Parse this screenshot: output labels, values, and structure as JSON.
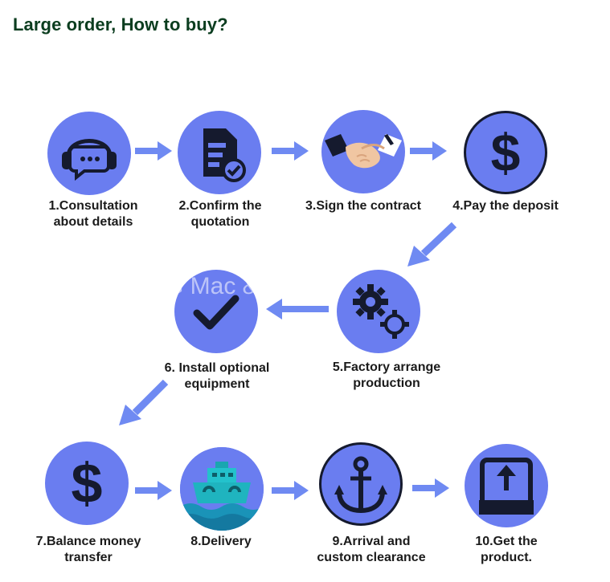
{
  "page": {
    "heading": "Large order, How to buy?"
  },
  "watermark": "G Mac    & Equip",
  "colors": {
    "circle": "#6a7df0",
    "arrow": "#6f8af2",
    "heading": "#0b3d1f",
    "dark": "#151a2e"
  },
  "steps": [
    {
      "label_line1": "1.Consultation",
      "label_line2": "about details",
      "icon": "chat-headset-icon"
    },
    {
      "label_line1": "2.Confirm the",
      "label_line2": "quotation",
      "icon": "document-check-icon"
    },
    {
      "label_line1": "3.Sign the contract",
      "label_line2": "",
      "icon": "handshake-icon"
    },
    {
      "label_line1": "4.Pay the deposit",
      "label_line2": "",
      "icon": "dollar-icon"
    },
    {
      "label_line1": "5.Factory arrange",
      "label_line2": "production",
      "icon": "gears-icon"
    },
    {
      "label_line1": "6. Install optional",
      "label_line2": "equipment",
      "icon": "checkmark-icon"
    },
    {
      "label_line1": "7.Balance money",
      "label_line2": "transfer",
      "icon": "dollar-icon"
    },
    {
      "label_line1": "8.Delivery",
      "label_line2": "",
      "icon": "ship-icon"
    },
    {
      "label_line1": "9.Arrival and",
      "label_line2": "custom clearance",
      "icon": "anchor-icon"
    },
    {
      "label_line1": "10.Get the",
      "label_line2": "product.",
      "icon": "upload-box-icon"
    }
  ]
}
